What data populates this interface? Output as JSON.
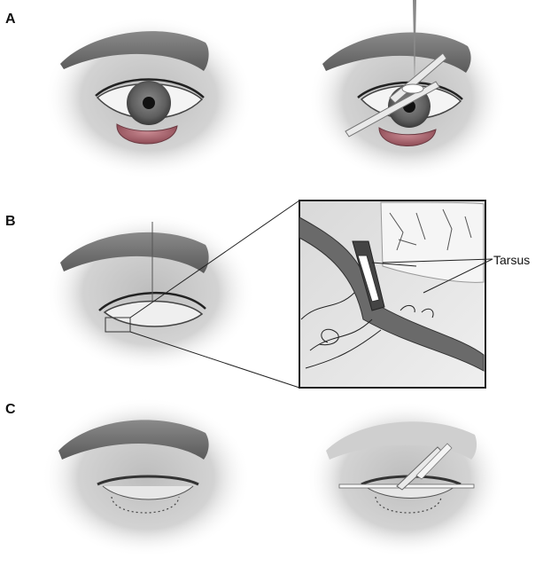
{
  "panels": {
    "a": "A",
    "b": "B",
    "c": "C"
  },
  "annotation": {
    "tarsus": "Tarsus"
  },
  "colors": {
    "ink": "#111111",
    "skin_shadow": "#8f8f8f",
    "brow": "#6e6e6e",
    "iris": "#6d6d6d",
    "tarsus_band": "#6a6a6a",
    "conjunctiva": "#b06a73"
  }
}
